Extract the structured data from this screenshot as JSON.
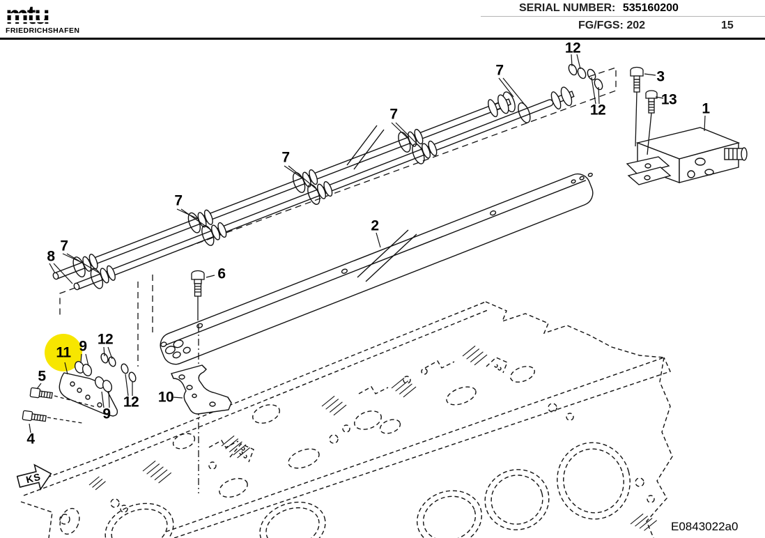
{
  "header": {
    "brand": "mtu",
    "brand_subtitle": "FRIEDRICHSHAFEN",
    "serial_label": "SERIAL NUMBER:",
    "serial_value": "535160200",
    "fg_label": "FG/FGS:",
    "fg_value": "202",
    "page_number": "15"
  },
  "diagram": {
    "drawing_id": "E0843022a0",
    "orientation_marker": "KS",
    "highlight_color": "#F7E600",
    "highlighted_part": "11",
    "callouts": [
      {
        "label": "12"
      },
      {
        "label": "7"
      },
      {
        "label": "3"
      },
      {
        "label": "13"
      },
      {
        "label": "1"
      },
      {
        "label": "12"
      },
      {
        "label": "7"
      },
      {
        "label": "7"
      },
      {
        "label": "7"
      },
      {
        "label": "2"
      },
      {
        "label": "7"
      },
      {
        "label": "8"
      },
      {
        "label": "6"
      },
      {
        "label": "12"
      },
      {
        "label": "9"
      },
      {
        "label": "11"
      },
      {
        "label": "5"
      },
      {
        "label": "10"
      },
      {
        "label": "12"
      },
      {
        "label": "9"
      },
      {
        "label": "4"
      }
    ]
  }
}
